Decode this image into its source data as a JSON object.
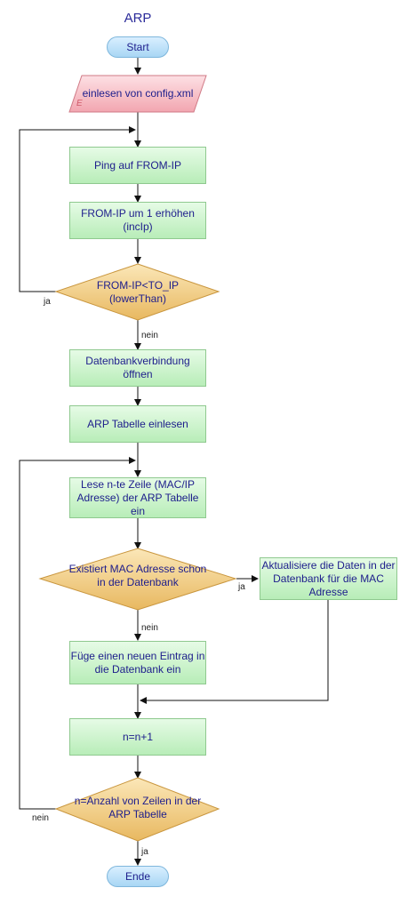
{
  "title": "ARP",
  "nodes": {
    "start": "Start",
    "read_config": "einlesen von config.xml",
    "io_marker": "E",
    "ping": "Ping auf FROM-IP",
    "increment_ip": "FROM-IP um 1 erhöhen (incIp)",
    "ip_condition": "FROM-IP<TO_IP (lowerThan)",
    "db_open": "Datenbankverbindung öffnen",
    "read_arp": "ARP Tabelle einlesen",
    "read_row": "Lese n-te Zeile (MAC/IP Adresse) der ARP Tabelle ein",
    "mac_exists": "Existiert MAC Adresse schon in der Datenbank",
    "update_data": "Aktualisiere die Daten in der Datenbank für die MAC Adresse",
    "insert_entry": "Füge einen neuen Eintrag in die Datenbank ein",
    "increment_n": "n=n+1",
    "count_condition": "n=Anzahl von Zeilen in der ARP Tabelle",
    "end": "Ende"
  },
  "edges": {
    "ja_1": "ja",
    "nein_1": "nein",
    "ja_2": "ja",
    "nein_2": "nein",
    "ja_3": "ja",
    "nein_3": "nein"
  }
}
